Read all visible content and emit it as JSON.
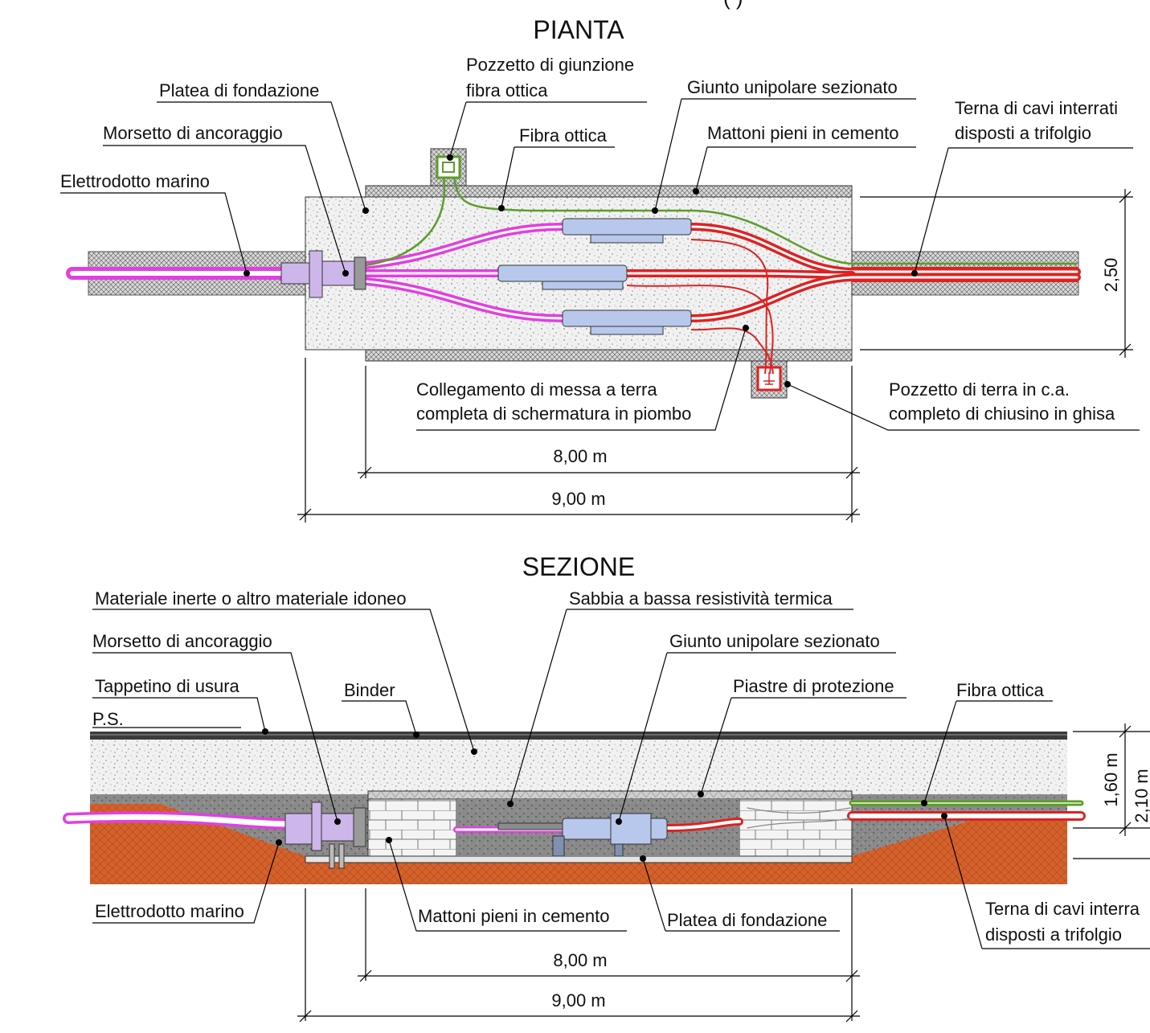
{
  "colors": {
    "power_cable": "#e040e0",
    "power_cable_core": "#ffffff",
    "earth_cable": "#dd2222",
    "fiber_optic": "#5c9c2a",
    "joint": "#b8c8ec",
    "clamp": "#cdb6ea",
    "concrete": "#eeeeee",
    "soil": "#d4622c",
    "asphalt": "#3b3b3b"
  },
  "top_fragment": "(                    )",
  "plan": {
    "title": "PIANTA",
    "labels": {
      "pozzetto_fo_1": "Pozzetto di giunzione",
      "pozzetto_fo_2": "fibra ottica",
      "platea": "Platea di fondazione",
      "giunto": "Giunto unipolare sezionato",
      "terna_1": "Terna di cavi interrati",
      "terna_2": "disposti a trifolgio",
      "morsetto": "Morsetto di ancoraggio",
      "fibra": "Fibra ottica",
      "mattoni": "Mattoni pieni in cemento",
      "elettrodotto": "Elettrodotto marino",
      "collegamento_1": "Collegamento di messa a terra",
      "collegamento_2": "completa di schermatura in piombo",
      "pozzetto_terra_1": "Pozzetto di terra in c.a.",
      "pozzetto_terra_2": "completo di chiusino in ghisa"
    },
    "dims": {
      "inner": "8,00 m",
      "outer": "9,00 m",
      "width": "2,50"
    }
  },
  "section": {
    "title": "SEZIONE",
    "labels": {
      "materiale": "Materiale inerte o altro materiale idoneo",
      "sabbia": "Sabbia a bassa resistività termica",
      "morsetto": "Morsetto di ancoraggio",
      "giunto": "Giunto unipolare sezionato",
      "tappetino": "Tappetino di usura",
      "binder": "Binder",
      "piastre": "Piastre di protezione",
      "fibra": "Fibra ottica",
      "ps": "P.S.",
      "elettrodotto": "Elettrodotto marino",
      "mattoni": "Mattoni pieni in cemento",
      "platea": "Platea di fondazione",
      "terna_1": "Terna di cavi interra",
      "terna_2": "disposti a trifolgio"
    },
    "dims": {
      "inner": "8,00 m",
      "outer": "9,00 m",
      "depth1": "1,60 m",
      "depth2": "2,10 m"
    }
  }
}
